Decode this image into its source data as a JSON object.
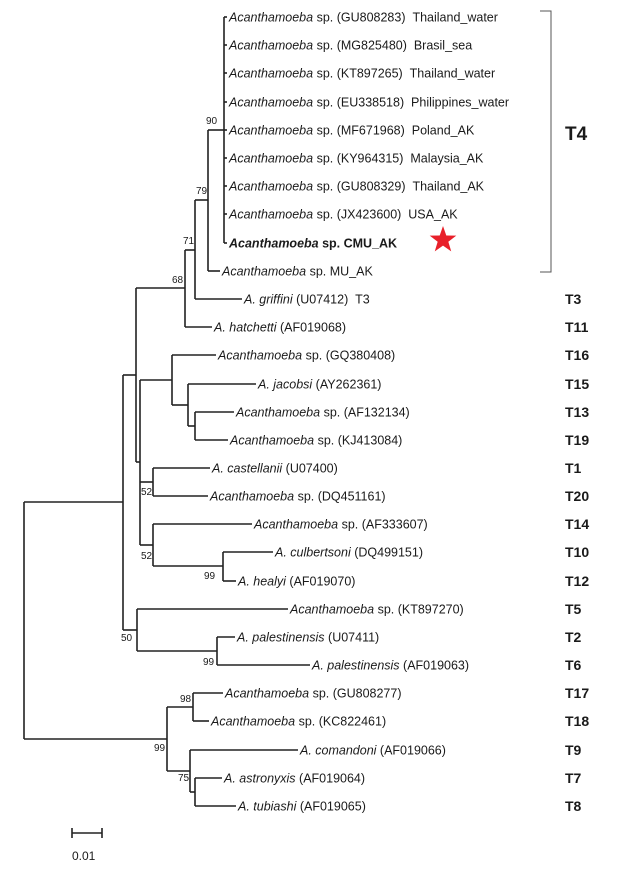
{
  "leaves": [
    {
      "id": "L1",
      "genus": "Acanthamoeba",
      "rest": " sp. (GU808283)  Thailand_water"
    },
    {
      "id": "L2",
      "genus": "Acanthamoeba",
      "rest": " sp. (MG825480)  Brasil_sea"
    },
    {
      "id": "L3",
      "genus": "Acanthamoeba",
      "rest": " sp. (KT897265)  Thailand_water"
    },
    {
      "id": "L4",
      "genus": "Acanthamoeba",
      "rest": " sp. (EU338518)  Philippines_water"
    },
    {
      "id": "L5",
      "genus": "Acanthamoeba",
      "rest": " sp. (MF671968)  Poland_AK"
    },
    {
      "id": "L6",
      "genus": "Acanthamoeba",
      "rest": " sp. (KY964315)  Malaysia_AK"
    },
    {
      "id": "L7",
      "genus": "Acanthamoeba",
      "rest": " sp. (GU808329)  Thailand_AK"
    },
    {
      "id": "L8",
      "genus": "Acanthamoeba",
      "rest": " sp. (JX423600)  USA_AK"
    },
    {
      "id": "L9",
      "genus": "Acanthamoeba",
      "rest": " sp. CMU_AK",
      "bold": true
    },
    {
      "id": "L10",
      "genus": "Acanthamoeba",
      "rest": " sp. MU_AK"
    },
    {
      "id": "L11",
      "genus": "A. griffini",
      "rest": " (U07412)  T3"
    },
    {
      "id": "L12",
      "genus": "A. hatchetti",
      "rest": " (AF019068)"
    },
    {
      "id": "L13",
      "genus": "Acanthamoeba",
      "rest": " sp. (GQ380408)"
    },
    {
      "id": "L14",
      "genus": "A. jacobsi",
      "rest": " (AY262361)"
    },
    {
      "id": "L15",
      "genus": "Acanthamoeba",
      "rest": " sp. (AF132134)"
    },
    {
      "id": "L16",
      "genus": "Acanthamoeba",
      "rest": " sp. (KJ413084)"
    },
    {
      "id": "L17",
      "genus": "A. castellanii",
      "rest": " (U07400)"
    },
    {
      "id": "L18",
      "genus": "Acanthamoeba",
      "rest": " sp. (DQ451161)"
    },
    {
      "id": "L19",
      "genus": "Acanthamoeba",
      "rest": " sp. (AF333607)"
    },
    {
      "id": "L20",
      "genus": "A. culbertsoni",
      "rest": " (DQ499151)"
    },
    {
      "id": "L21",
      "genus": "A. healyi",
      "rest": " (AF019070)"
    },
    {
      "id": "L22",
      "genus": "Acanthamoeba",
      "rest": " sp. (KT897270)"
    },
    {
      "id": "L23",
      "genus": "A. palestinensis",
      "rest": " (U07411)"
    },
    {
      "id": "L24",
      "genus": "A. palestinensis",
      "rest": " (AF019063)"
    },
    {
      "id": "L25",
      "genus": "Acanthamoeba",
      "rest": " sp. (GU808277)"
    },
    {
      "id": "L26",
      "genus": "Acanthamoeba",
      "rest": " sp. (KC822461)"
    },
    {
      "id": "L27",
      "genus": "A. comandoni",
      "rest": " (AF019066)"
    },
    {
      "id": "L28",
      "genus": "A. astronyxis",
      "rest": " (AF019064)"
    },
    {
      "id": "L29",
      "genus": "A. tubiashi",
      "rest": " (AF019065)"
    }
  ],
  "genotypes": [
    {
      "id": "g4",
      "label": "T4"
    },
    {
      "id": "g3",
      "label": "T3"
    },
    {
      "id": "g11",
      "label": "T11"
    },
    {
      "id": "g16",
      "label": "T16"
    },
    {
      "id": "g15",
      "label": "T15"
    },
    {
      "id": "g13",
      "label": "T13"
    },
    {
      "id": "g19",
      "label": "T19"
    },
    {
      "id": "g1",
      "label": "T1"
    },
    {
      "id": "g20",
      "label": "T20"
    },
    {
      "id": "g14",
      "label": "T14"
    },
    {
      "id": "g10",
      "label": "T10"
    },
    {
      "id": "g12",
      "label": "T12"
    },
    {
      "id": "g5",
      "label": "T5"
    },
    {
      "id": "g2",
      "label": "T2"
    },
    {
      "id": "g6",
      "label": "T6"
    },
    {
      "id": "g17",
      "label": "T17"
    },
    {
      "id": "g18",
      "label": "T18"
    },
    {
      "id": "g9",
      "label": "T9"
    },
    {
      "id": "g7",
      "label": "T7"
    },
    {
      "id": "g8",
      "label": "T8"
    }
  ],
  "bootstrap": [
    {
      "id": "b90",
      "value": "90"
    },
    {
      "id": "b79",
      "value": "79"
    },
    {
      "id": "b71",
      "value": "71"
    },
    {
      "id": "b68",
      "value": "68"
    },
    {
      "id": "b52a",
      "value": "52"
    },
    {
      "id": "b52b",
      "value": "52"
    },
    {
      "id": "b99a",
      "value": "99"
    },
    {
      "id": "b50",
      "value": "50"
    },
    {
      "id": "b99b",
      "value": "99"
    },
    {
      "id": "b98",
      "value": "98"
    },
    {
      "id": "b99c",
      "value": "99"
    },
    {
      "id": "b75",
      "value": "75"
    }
  ],
  "scale": {
    "label": "0.01"
  },
  "highlight": {
    "color": "#e8202a",
    "icon": "star-icon"
  }
}
